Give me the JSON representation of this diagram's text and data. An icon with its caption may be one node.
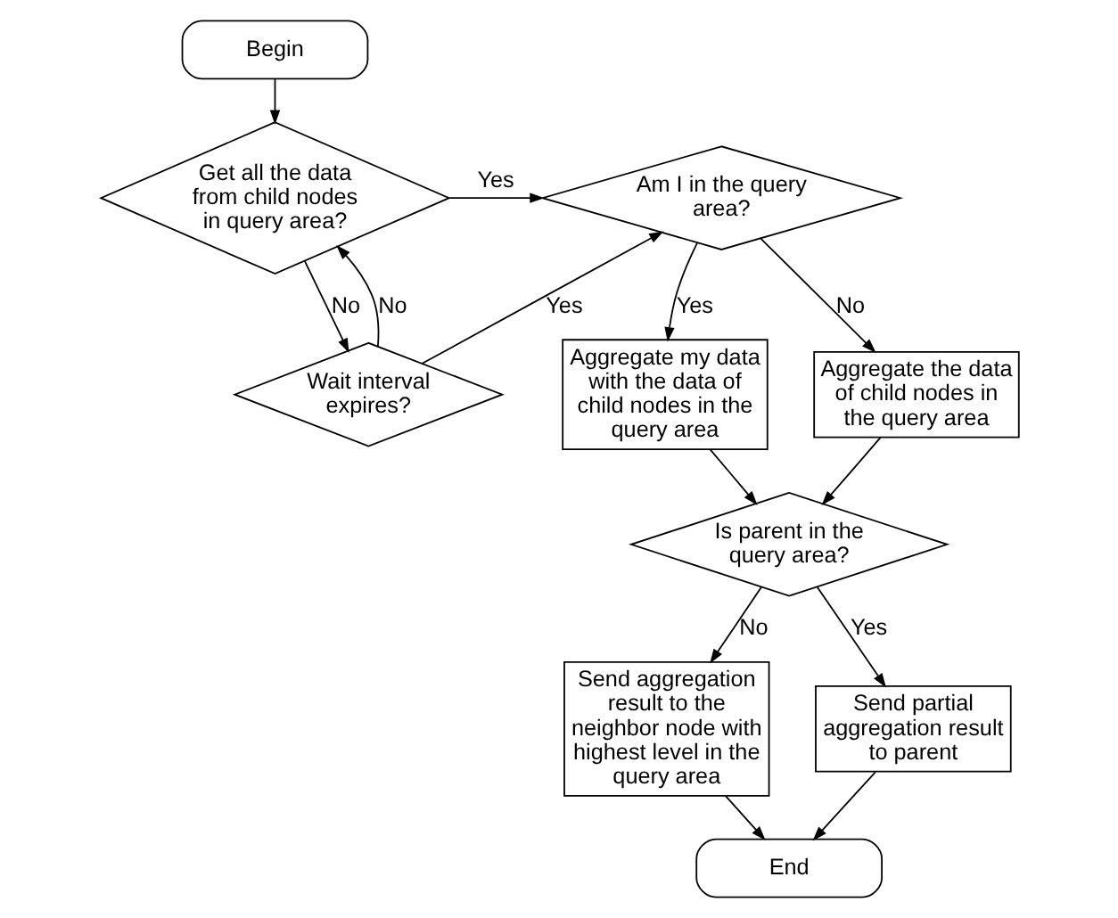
{
  "diagram": {
    "nodes": [
      {
        "text": [
          "Begin"
        ]
      },
      {
        "text": [
          "Get all the data from child nodes in query area?"
        ]
      },
      {
        "text": [
          "Wait interval expires?"
        ]
      },
      {
        "text": [
          "Am I in the query area?"
        ]
      },
      {
        "text": [
          "Aggregate my data with the data of child nodes in the query area"
        ]
      },
      {
        "text": [
          "Aggregate the data of child nodes in the query area"
        ]
      },
      {
        "text": [
          "Is parent in the query area?"
        ]
      },
      {
        "text": [
          "Send aggregation result to the neighbor node with highest level in the query area"
        ]
      },
      {
        "text": [
          "Send partial aggregation result to parent"
        ]
      },
      {
        "text": [
          "End"
        ]
      }
    ],
    "edges": [
      {
        "from": 0,
        "to": 1,
        "arrow": "to"
      },
      {
        "from": 1,
        "to": 3,
        "arrow": "to",
        "label": "Yes"
      },
      {
        "from": 1,
        "to": 2,
        "arrow": "to",
        "label": "No"
      },
      {
        "from": 2,
        "to": 3,
        "arrow": "to",
        "label": "Yes"
      },
      {
        "from": 2,
        "to": 1,
        "arrow": "to",
        "label": "No"
      },
      {
        "from": 3,
        "to": 4,
        "arrow": "to",
        "label": "Yes"
      },
      {
        "from": 3,
        "to": 5,
        "arrow": "to",
        "label": "No"
      },
      {
        "from": 4,
        "to": 6,
        "arrow": "to"
      },
      {
        "from": 5,
        "to": 6,
        "arrow": "to"
      },
      {
        "from": 6,
        "to": 8,
        "arrow": "to",
        "label": "Yes"
      },
      {
        "from": 6,
        "to": 7,
        "arrow": "to",
        "label": "No"
      },
      {
        "from": 8,
        "to": 9,
        "arrow": "to"
      },
      {
        "from": 7,
        "to": 9,
        "arrow": "to"
      }
    ]
  }
}
